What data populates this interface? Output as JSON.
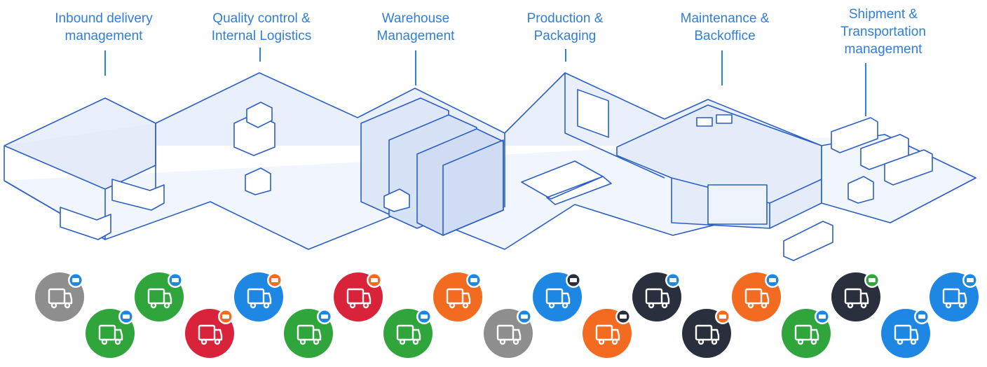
{
  "sections": [
    {
      "id": "inbound",
      "lines": [
        "Inbound delivery",
        "management"
      ]
    },
    {
      "id": "quality",
      "lines": [
        "Quality control &",
        "Internal Logistics"
      ]
    },
    {
      "id": "warehouse",
      "lines": [
        "Warehouse",
        "Management"
      ]
    },
    {
      "id": "production",
      "lines": [
        "Production &",
        "Packaging"
      ]
    },
    {
      "id": "maintenance",
      "lines": [
        "Maintenance &",
        "Backoffice"
      ]
    },
    {
      "id": "shipment",
      "lines": [
        "Shipment &",
        "Transportation",
        "management"
      ]
    }
  ],
  "colors": {
    "label": "#2f7fd8",
    "outline": "#2c5fc4",
    "wall": "#e9effb",
    "floor": "#f1f5fd"
  },
  "badges": [
    {
      "name": "inbound-truck-icon",
      "color": "#8e8e8e",
      "mini": "truck"
    },
    {
      "name": "delivery-confirmed-icon",
      "color": "#2fa53c",
      "mini": "truck"
    },
    {
      "name": "receipt-document-icon",
      "color": "#2fa53c",
      "mini": "truck"
    },
    {
      "name": "damaged-goods-icon",
      "color": "#d9233a",
      "mini": "forklift"
    },
    {
      "name": "quality-checklist-icon",
      "color": "#1e87e3",
      "mini": "forklift"
    },
    {
      "name": "hand-truck-icon",
      "color": "#2fa53c",
      "mini": "truck"
    },
    {
      "name": "forklift-blocked-icon",
      "color": "#d9233a",
      "mini": "forklift"
    },
    {
      "name": "putaway-icon",
      "color": "#2fa53c",
      "mini": "truck"
    },
    {
      "name": "stock-reshuffle-icon",
      "color": "#f26b21",
      "mini": "truck"
    },
    {
      "name": "stock-retrieval-icon",
      "color": "#8e8e8e",
      "mini": "truck"
    },
    {
      "name": "production-supply-icon",
      "color": "#1e87e3",
      "mini": "arm"
    },
    {
      "name": "production-alert-icon",
      "color": "#f26b21",
      "mini": "arm"
    },
    {
      "name": "package-refresh-icon",
      "color": "#2a2f3d",
      "mini": "truck"
    },
    {
      "name": "inventory-count-icon",
      "color": "#2a2f3d",
      "mini": "forklift"
    },
    {
      "name": "support-agent-icon",
      "color": "#f26b21",
      "mini": "truck"
    },
    {
      "name": "order-checklist-icon",
      "color": "#2fa53c",
      "mini": "truck"
    },
    {
      "name": "air-freight-icon",
      "color": "#2a2f3d",
      "mini": "barcode"
    },
    {
      "name": "dispatch-pallet-icon",
      "color": "#1e87e3",
      "mini": "truck"
    },
    {
      "name": "outbound-truck-icon",
      "color": "#1e87e3",
      "mini": "truck"
    }
  ]
}
